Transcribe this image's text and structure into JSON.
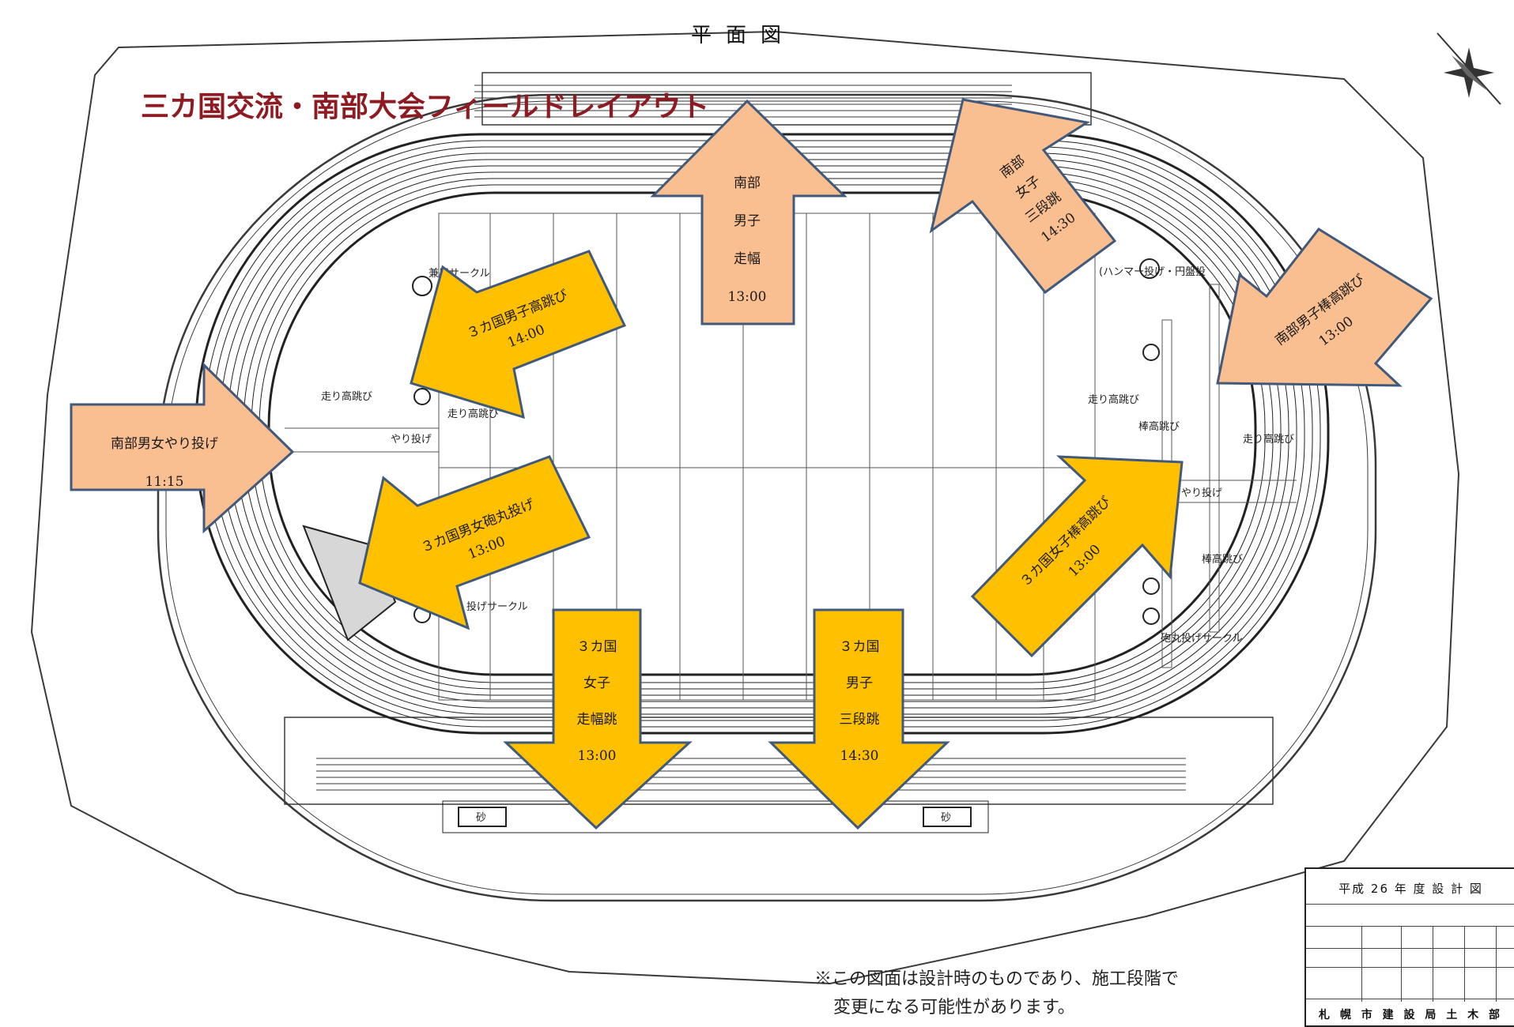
{
  "plan_title": "平面図",
  "main_title": "三カ国交流・南部大会フィールドレイアウト",
  "note": [
    "※この図面は設計時のものであり、施工段階で",
    "変更になる可能性があります。"
  ],
  "title_block": {
    "year_label": "平成 26 年 度 設 計 図",
    "issuer": "札 幌 市 建 設 局 土 木 部"
  },
  "colors": {
    "orange": "#ffc000",
    "peach": "#f9bf90",
    "arrow_stroke": "#41597a",
    "title_red": "#8e1a22",
    "drawing_line": "#3a3a3a"
  },
  "events": [
    {
      "id": "nanbu-long-jump-men",
      "color": "peach",
      "lines": [
        "南部",
        "男子",
        "走幅",
        "13:00"
      ]
    },
    {
      "id": "nanbu-triple-jump-women",
      "color": "peach",
      "lines": [
        "南部",
        "女子",
        "三段跳",
        "14:30"
      ]
    },
    {
      "id": "sankakoku-high-jump-men",
      "color": "orange",
      "lines": [
        "３カ国男子高跳び",
        "14:00"
      ]
    },
    {
      "id": "nanbu-javelin",
      "color": "peach",
      "lines": [
        "南部男女やり投げ",
        "11:15"
      ]
    },
    {
      "id": "sankakoku-shot-put",
      "color": "orange",
      "lines": [
        "３カ国男女砲丸投げ",
        "13:00"
      ]
    },
    {
      "id": "sankakoku-long-jump-women",
      "color": "orange",
      "lines": [
        "３カ国",
        "女子",
        "走幅跳",
        "13:00"
      ]
    },
    {
      "id": "sankakoku-triple-jump-men",
      "color": "orange",
      "lines": [
        "３カ国",
        "男子",
        "三段跳",
        "14:30"
      ]
    },
    {
      "id": "nanbu-pole-vault-men",
      "color": "peach",
      "lines": [
        "南部男子棒高跳び",
        "13:00"
      ]
    },
    {
      "id": "sankakoku-pole-vault-women",
      "color": "orange",
      "lines": [
        "３カ国女子棒高跳び",
        "13:00"
      ]
    }
  ],
  "drawing_labels": {
    "hammer_circle": "(ハンマー投げ・円盤投",
    "shared_circle": "兼用サークル",
    "high_jump_1": "走り高跳び",
    "high_jump_2": "走り高跳び",
    "high_jump_3": "走り高跳び",
    "high_jump_4": "走り高跳び",
    "javelin": "やり投げ",
    "javelin_r": "やり投げ",
    "pole_vault": "棒高跳び",
    "pole_vault_2": "棒高跳び",
    "shot_circle_l": "投げサークル",
    "shot_circle_r": "砲丸投げサークル",
    "sand": "砂"
  }
}
